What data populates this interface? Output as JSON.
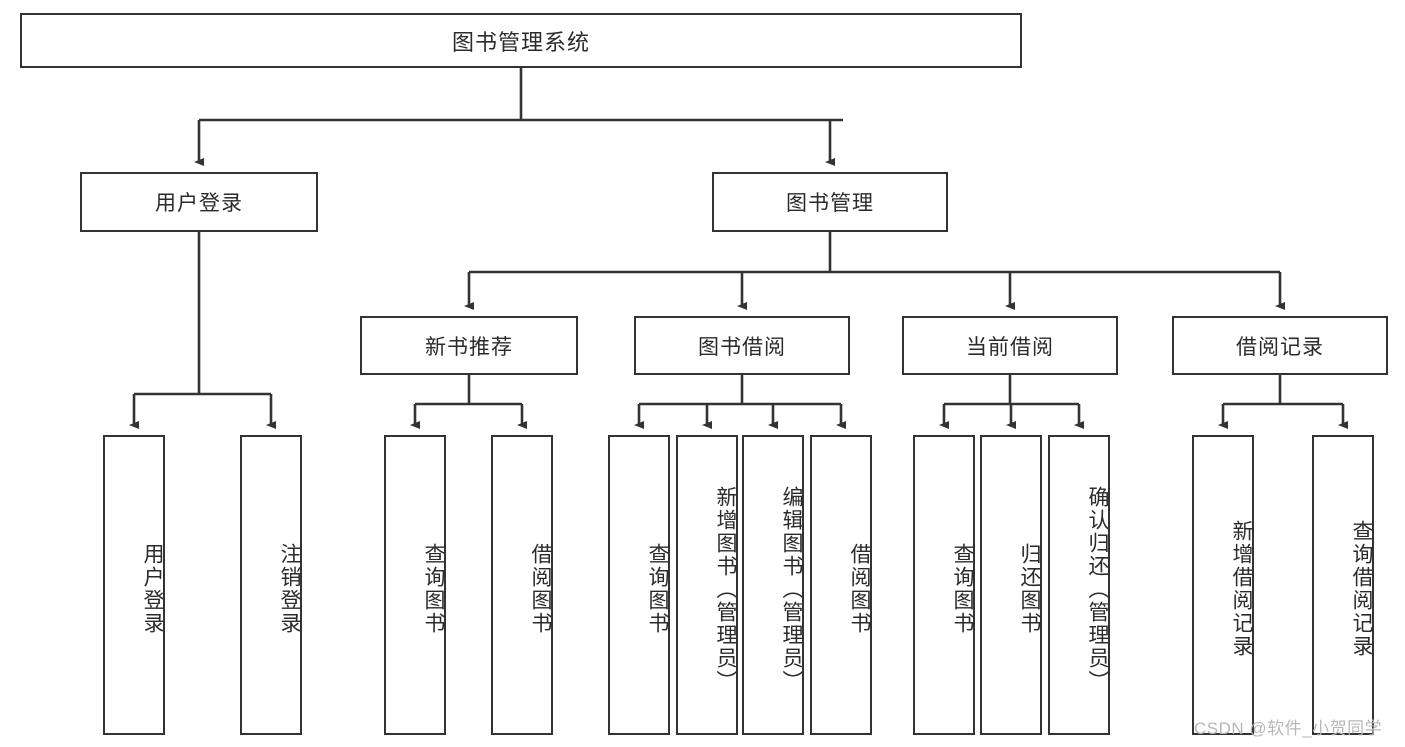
{
  "diagram": {
    "title": "图书管理系统",
    "watermark": "CSDN @软件_小贺同学",
    "accent_color": "#333333",
    "text_color": "#2b2b2b",
    "background_color": "#ffffff",
    "nodes": {
      "root": {
        "label": "图书管理系统"
      },
      "level2": [
        {
          "label": "用户登录"
        },
        {
          "label": "图书管理"
        }
      ],
      "level3": [
        {
          "label": "新书推荐"
        },
        {
          "label": "图书借阅"
        },
        {
          "label": "当前借阅"
        },
        {
          "label": "借阅记录"
        }
      ],
      "leaves": {
        "user_login": [
          {
            "label": "用户登录"
          },
          {
            "label": "注销登录"
          }
        ],
        "new_book_recommend": [
          {
            "label": "查询图书"
          },
          {
            "label": "借阅图书"
          }
        ],
        "book_borrow": [
          {
            "label": "查询图书"
          },
          {
            "label": "新增图书（管理员）"
          },
          {
            "label": "编辑图书（管理员）"
          },
          {
            "label": "借阅图书"
          }
        ],
        "current_borrow": [
          {
            "label": "查询图书"
          },
          {
            "label": "归还图书"
          },
          {
            "label": "确认归还（管理员）"
          }
        ],
        "borrow_record": [
          {
            "label": "新增借阅记录"
          },
          {
            "label": "查询借阅记录"
          }
        ]
      }
    }
  }
}
